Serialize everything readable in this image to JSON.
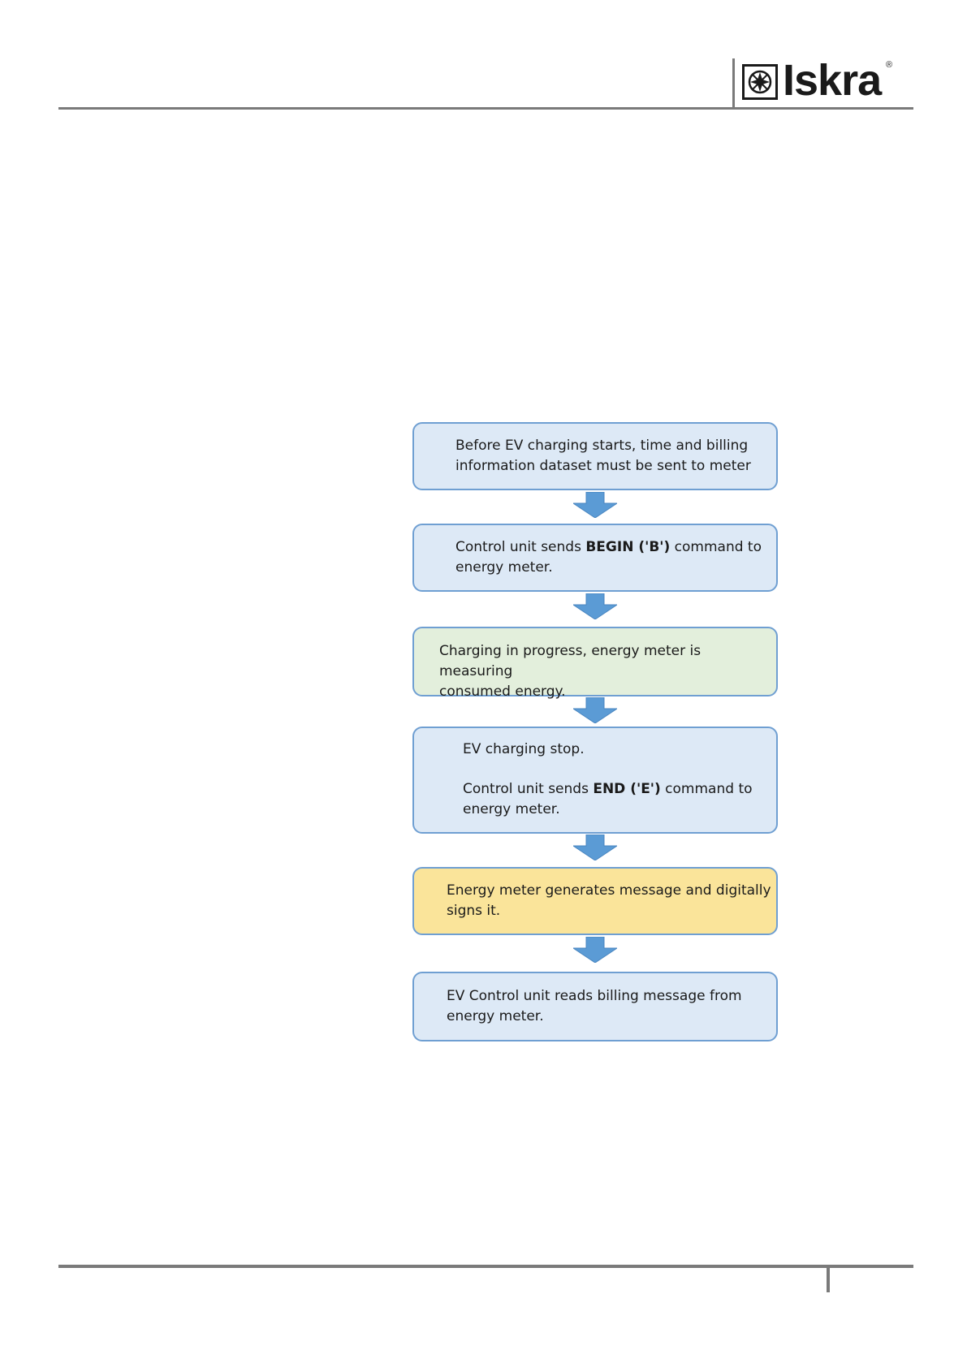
{
  "header": {
    "logo_text": "Iskra",
    "logo_registered": "®"
  },
  "flowchart": {
    "steps": [
      {
        "line1": "Before EV charging starts, time and billing",
        "line2": "information dataset must be sent to meter"
      },
      {
        "pre": "Control unit sends ",
        "bold": "BEGIN ('B')",
        "post": " command to",
        "line2": "energy meter."
      },
      {
        "line1": "Charging in progress, energy meter is measuring",
        "line2": "consumed energy."
      },
      {
        "line1": "EV charging stop.",
        "pre": "Control unit sends ",
        "bold": "END ('E')",
        "post": " command to",
        "line3": "energy meter."
      },
      {
        "line1": "Energy meter generates message and digitally",
        "line2": "signs it."
      },
      {
        "line1": "EV Control unit reads billing message from",
        "line2": "energy meter."
      }
    ]
  },
  "colors": {
    "box_blue": "#dde9f6",
    "box_green": "#e3efdc",
    "box_yellow": "#fae49a",
    "box_border": "#6f9fd2",
    "arrow": "#5b9bd5",
    "rule": "#7a7a7a"
  }
}
